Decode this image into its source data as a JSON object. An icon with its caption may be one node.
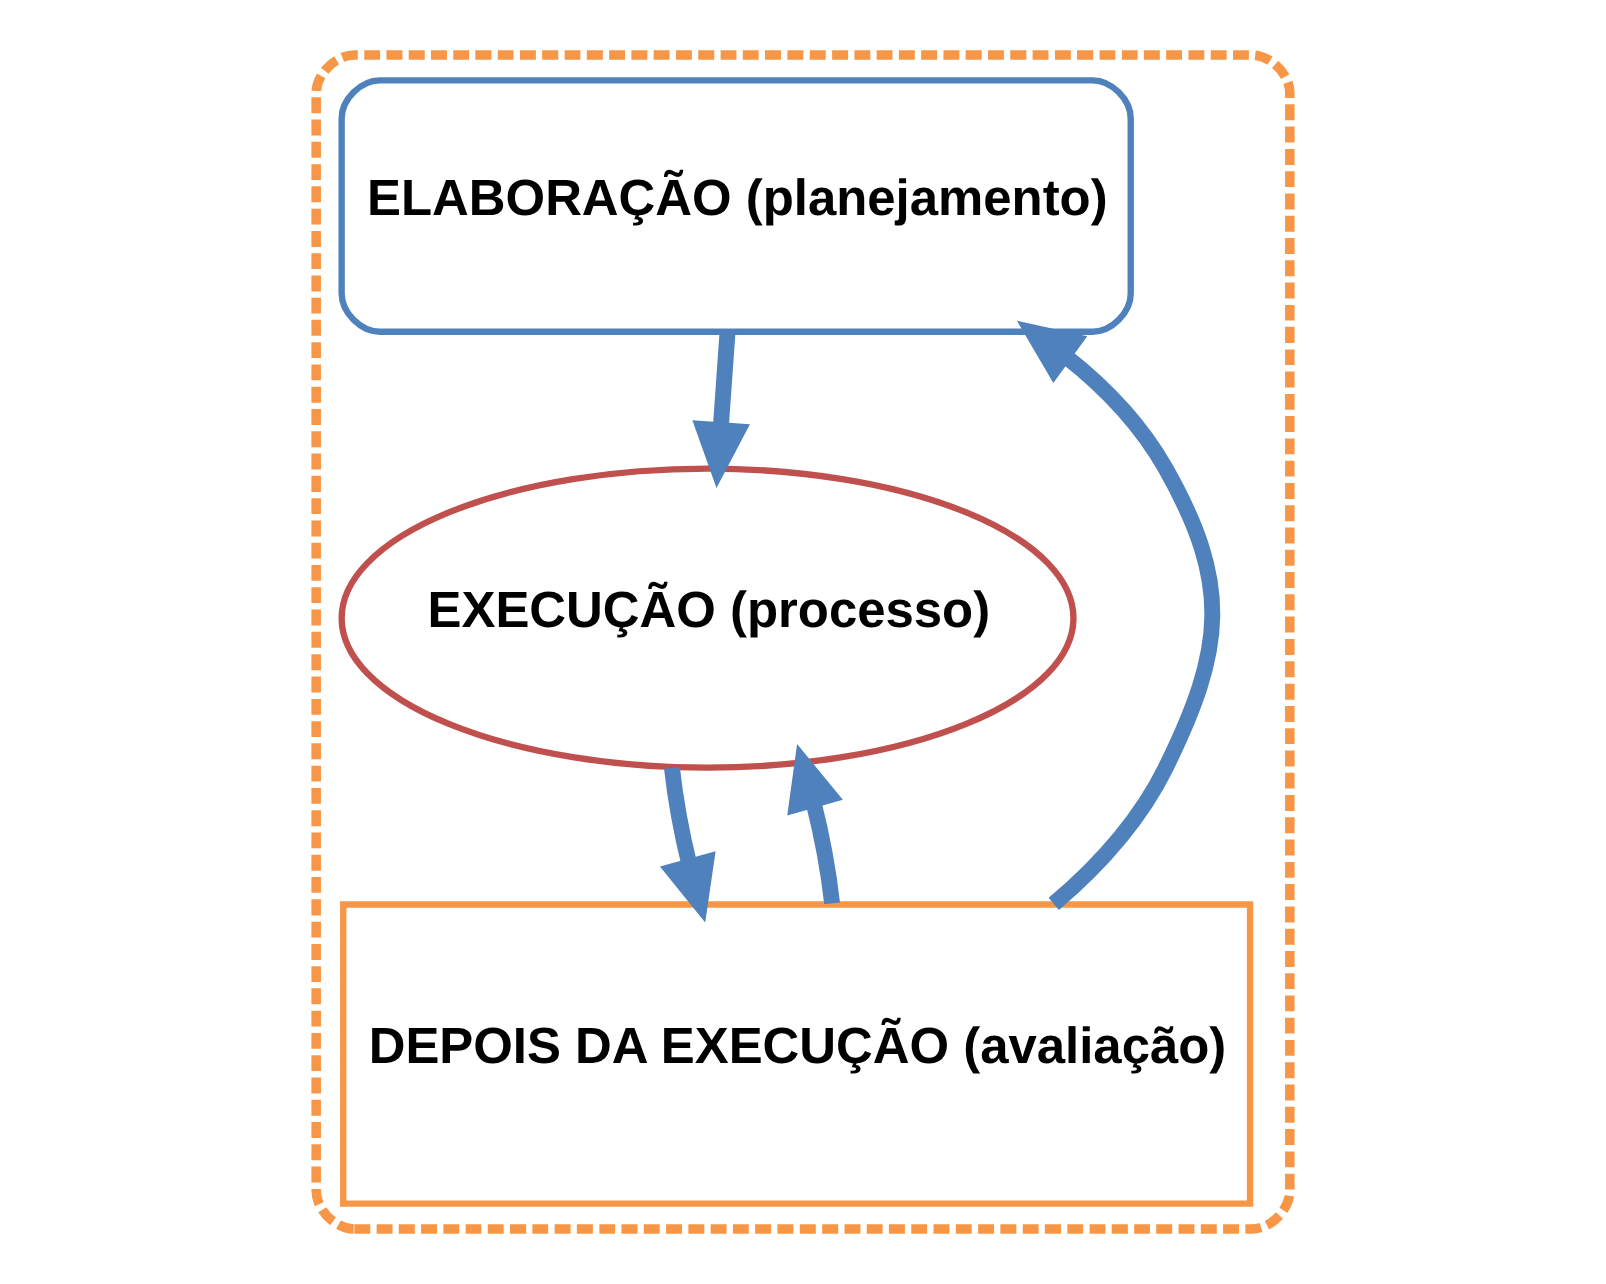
{
  "diagram": {
    "nodes": [
      {
        "text": [],
        "shape": "box"
      },
      {
        "text": [
          "ELABORAÇÃO (planejamento)"
        ],
        "in": 0
      },
      {
        "text": [
          "EXECUÇÃO (processo)"
        ],
        "in": 0
      },
      {
        "text": [
          "DEPOIS DA EXECUÇÃO (avaliação)"
        ],
        "in": 0
      }
    ],
    "edges": [
      {
        "from": 1,
        "to": 2,
        "arrow": "to"
      },
      {
        "from": 2,
        "to": 3,
        "arrow": "to"
      },
      {
        "from": 3,
        "to": 1,
        "arrow": "to"
      },
      {
        "from": 3,
        "to": 2,
        "arrow": "to"
      }
    ]
  }
}
